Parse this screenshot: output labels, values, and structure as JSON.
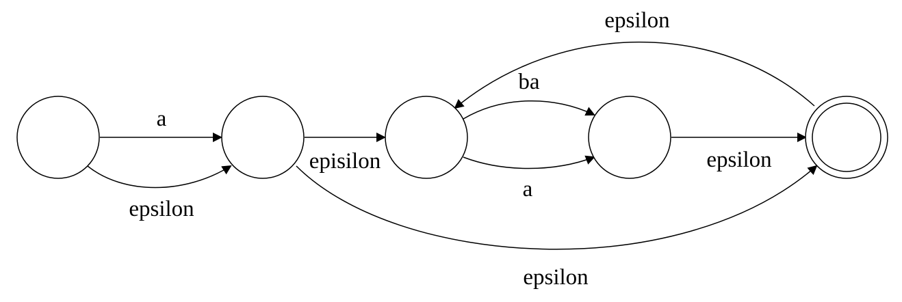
{
  "diagram": {
    "states": [
      {
        "id": "s0",
        "accepting": false
      },
      {
        "id": "s1",
        "accepting": false
      },
      {
        "id": "s2",
        "accepting": false
      },
      {
        "id": "s3",
        "accepting": false
      },
      {
        "id": "s4",
        "accepting": true
      }
    ],
    "transitions": [
      {
        "from": "s0",
        "to": "s1",
        "label": "a"
      },
      {
        "from": "s0",
        "to": "s1",
        "label": "epsilon"
      },
      {
        "from": "s1",
        "to": "s2",
        "label": "episilon"
      },
      {
        "from": "s1",
        "to": "s4",
        "label": "epsilon"
      },
      {
        "from": "s2",
        "to": "s3",
        "label": "ba"
      },
      {
        "from": "s2",
        "to": "s3",
        "label": "a"
      },
      {
        "from": "s3",
        "to": "s4",
        "label": "epsilon"
      },
      {
        "from": "s4",
        "to": "s2",
        "label": "epsilon"
      }
    ],
    "colors": {
      "stroke": "#000000",
      "fill": "#ffffff",
      "background": "#ffffff"
    }
  }
}
